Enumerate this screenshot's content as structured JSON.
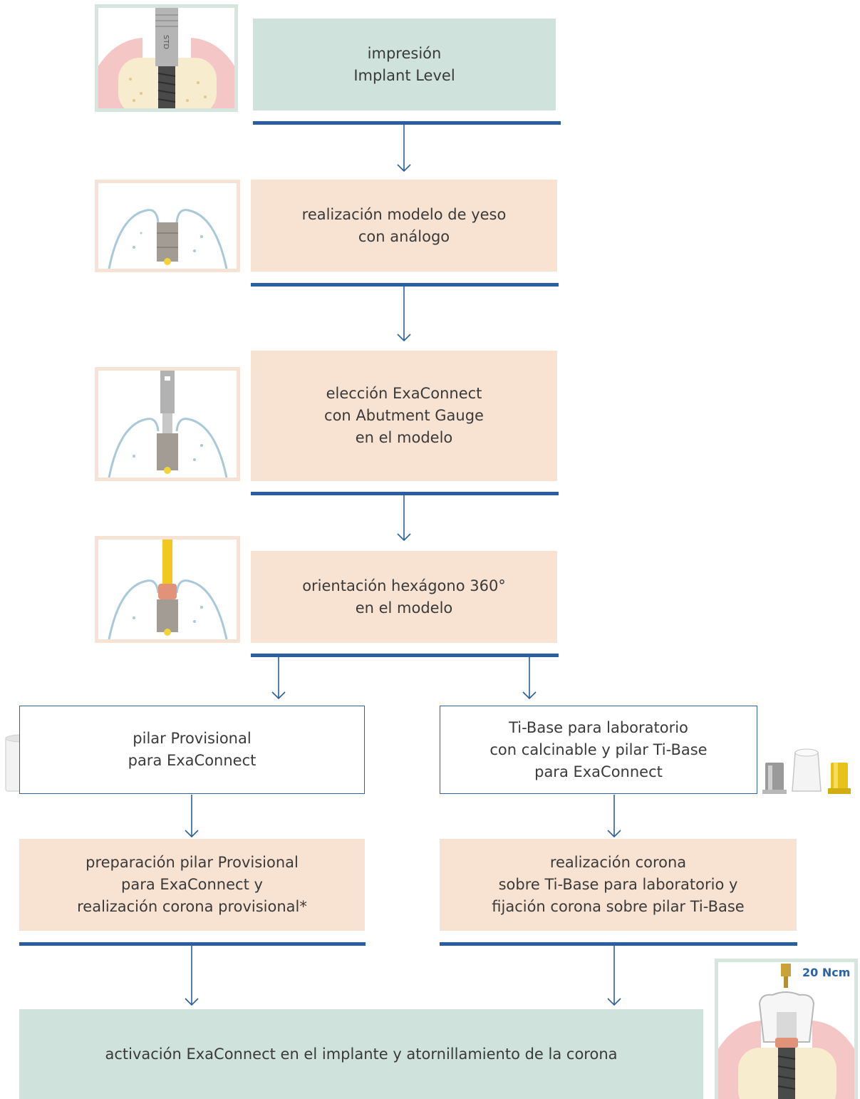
{
  "steps": {
    "step1": "impresión\nImplant Level",
    "step2": "realización modelo de yeso\ncon análogo",
    "step3": "elección ExaConnect\ncon Abutment Gauge\nen el modelo",
    "step4": "orientación hexágono 360°\nen el modelo",
    "left1": "pilar Provisional\npara ExaConnect",
    "right1": "Ti-Base para laboratorio\ncon calcinable y pilar Ti-Base\npara ExaConnect",
    "left2": "preparación pilar Provisional\npara ExaConnect y\nrealización corona provisional*",
    "right2": "realización corona\nsobre Ti-Base para laboratorio y\nfijación corona sobre pilar Ti-Base",
    "final": "activación ExaConnect en el implante y atornillamiento de la corona"
  },
  "labels": {
    "torque": "20 Ncm",
    "impression_coping_text": "STD"
  },
  "colors": {
    "clinic_box": "#cfe2dc",
    "lab_box": "#f8e3d3",
    "connector": "#2a5ea0"
  }
}
